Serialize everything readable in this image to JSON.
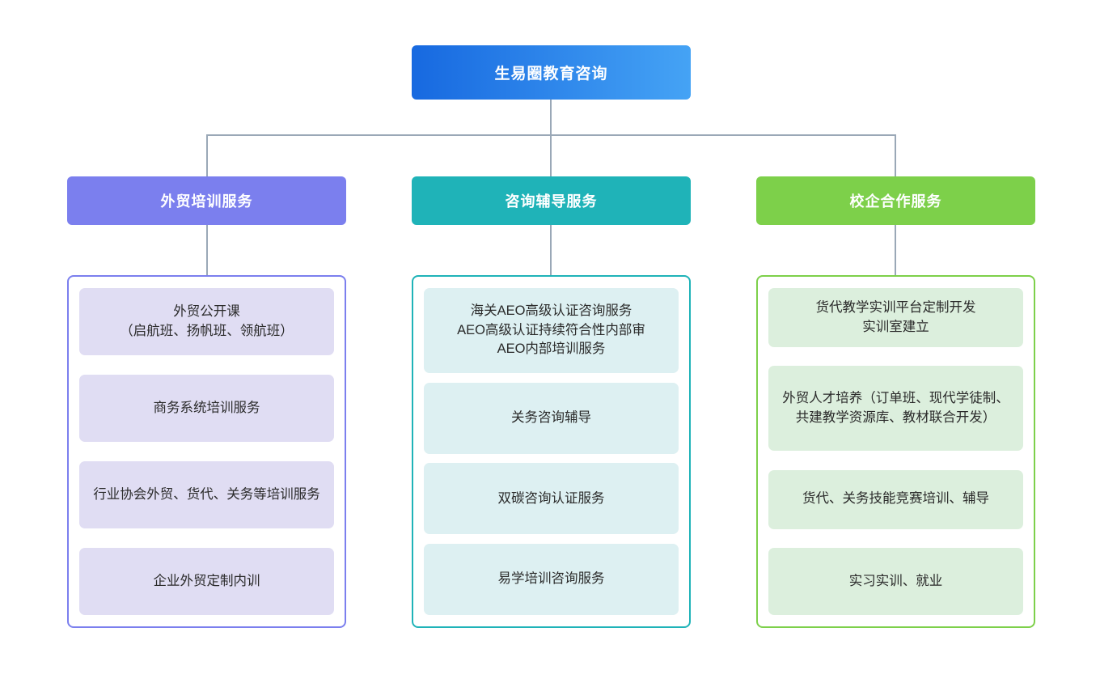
{
  "diagram": {
    "type": "organizational-tree",
    "root": {
      "label": "生易圈教育咨询",
      "gradient_from": "#1769e0",
      "gradient_to": "#45a3f5"
    },
    "connector_color": "#9aa8b7",
    "branches": [
      {
        "id": "branch-training",
        "label": "外贸培训服务",
        "header_color": "#7b7fee",
        "card_color": "#e0ddf3",
        "border_color": "#7b7fee",
        "items": [
          {
            "label": "外贸公开课\n（启航班、扬帆班、领航班）"
          },
          {
            "label": "商务系统培训服务"
          },
          {
            "label": "行业协会外贸、货代、关务等培训服务"
          },
          {
            "label": "企业外贸定制内训"
          }
        ]
      },
      {
        "id": "branch-consulting",
        "label": "咨询辅导服务",
        "header_color": "#1fb3b8",
        "card_color": "#ddf0f2",
        "border_color": "#1fb3b8",
        "items": [
          {
            "label": "海关AEO高级认证咨询服务\nAEO高级认证持续符合性内部审\nAEO内部培训服务"
          },
          {
            "label": "关务咨询辅导"
          },
          {
            "label": "双碳咨询认证服务"
          },
          {
            "label": "易学培训咨询服务"
          }
        ]
      },
      {
        "id": "branch-school-enterprise",
        "label": "校企合作服务",
        "header_color": "#7dd04a",
        "card_color": "#dcefdd",
        "border_color": "#7dd04a",
        "items": [
          {
            "label": "货代教学实训平台定制开发\n实训室建立"
          },
          {
            "label": "外贸人才培养（订单班、现代学徒制、共建教学资源库、教材联合开发）"
          },
          {
            "label": "货代、关务技能竞赛培训、辅导"
          },
          {
            "label": "实习实训、就业"
          }
        ]
      }
    ]
  }
}
